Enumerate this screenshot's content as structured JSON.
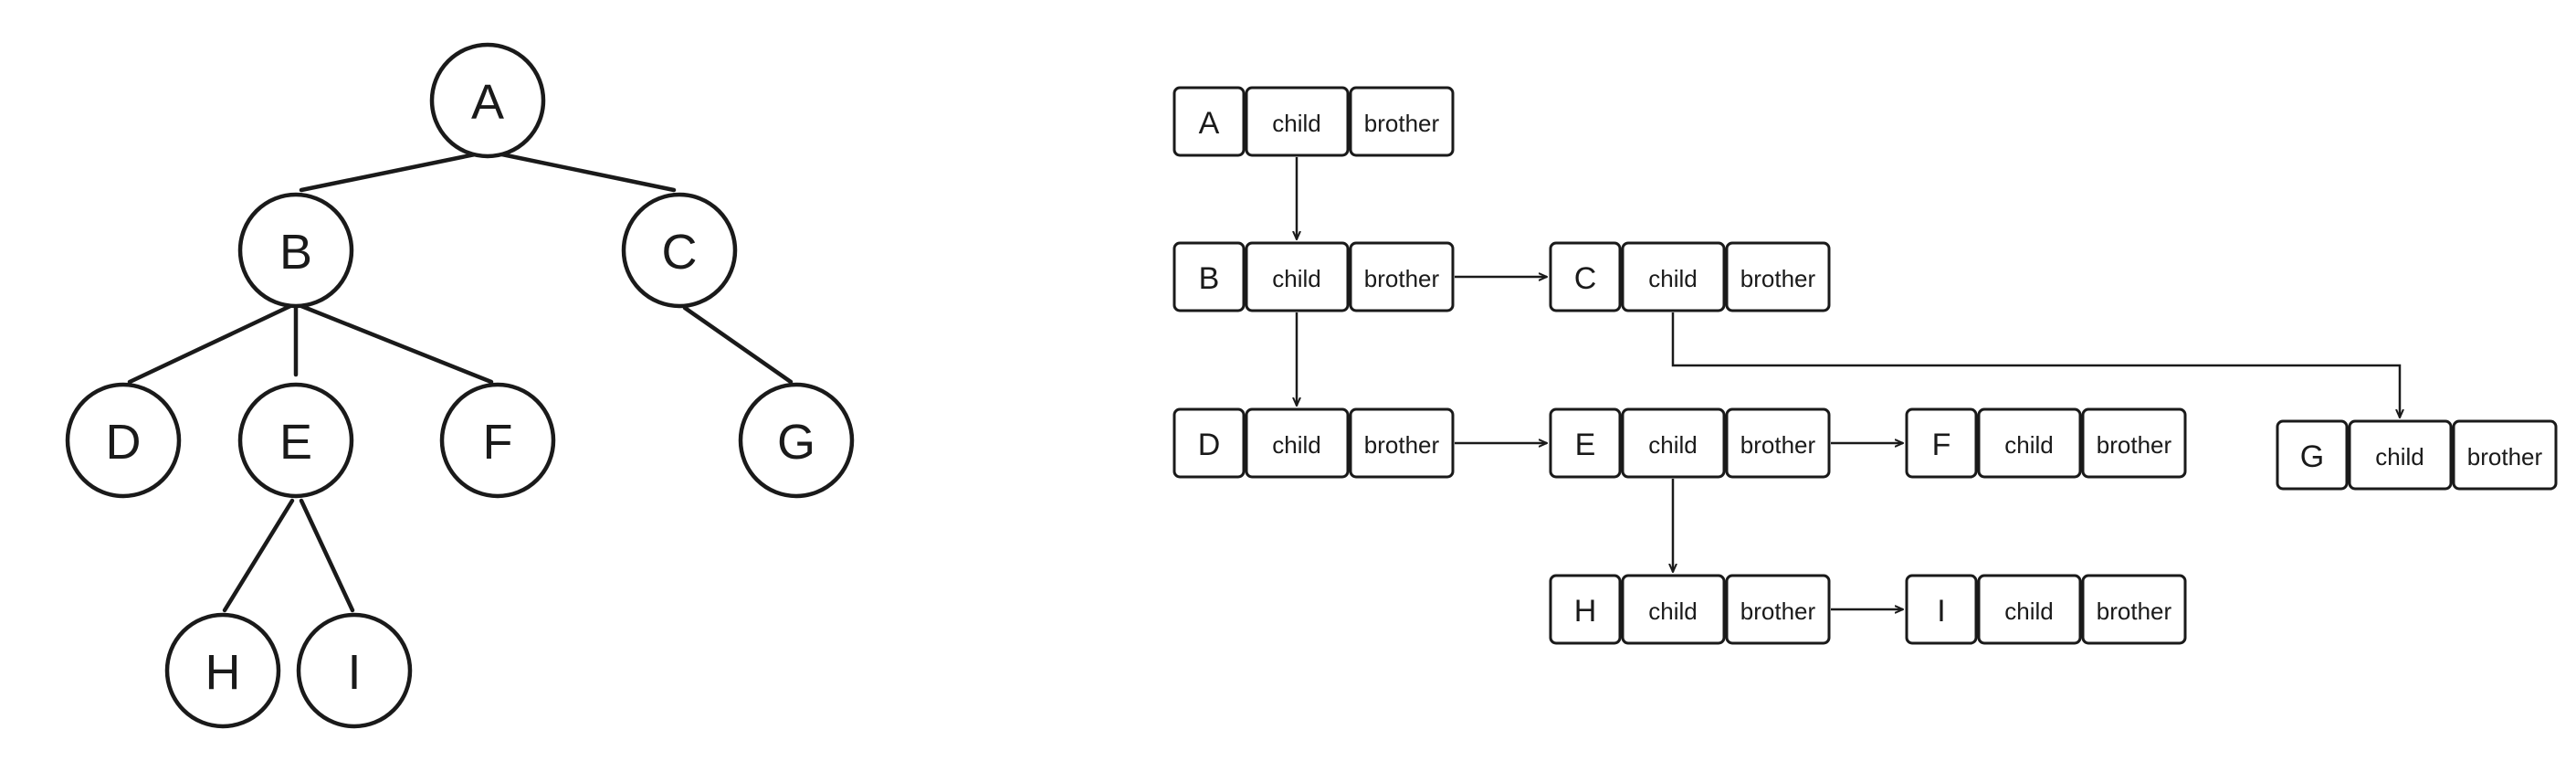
{
  "tree": {
    "nodes": {
      "a": "A",
      "b": "B",
      "c": "C",
      "d": "D",
      "e": "E",
      "f": "F",
      "g": "G",
      "h": "H",
      "i": "I"
    }
  },
  "list": {
    "field_child": "child",
    "field_brother": "brother",
    "records": {
      "a": "A",
      "b": "B",
      "c": "C",
      "d": "D",
      "e": "E",
      "f": "F",
      "g": "G",
      "h": "H",
      "i": "I"
    }
  },
  "colors": {
    "stroke": "#1a1a1a",
    "background": "#ffffff"
  }
}
